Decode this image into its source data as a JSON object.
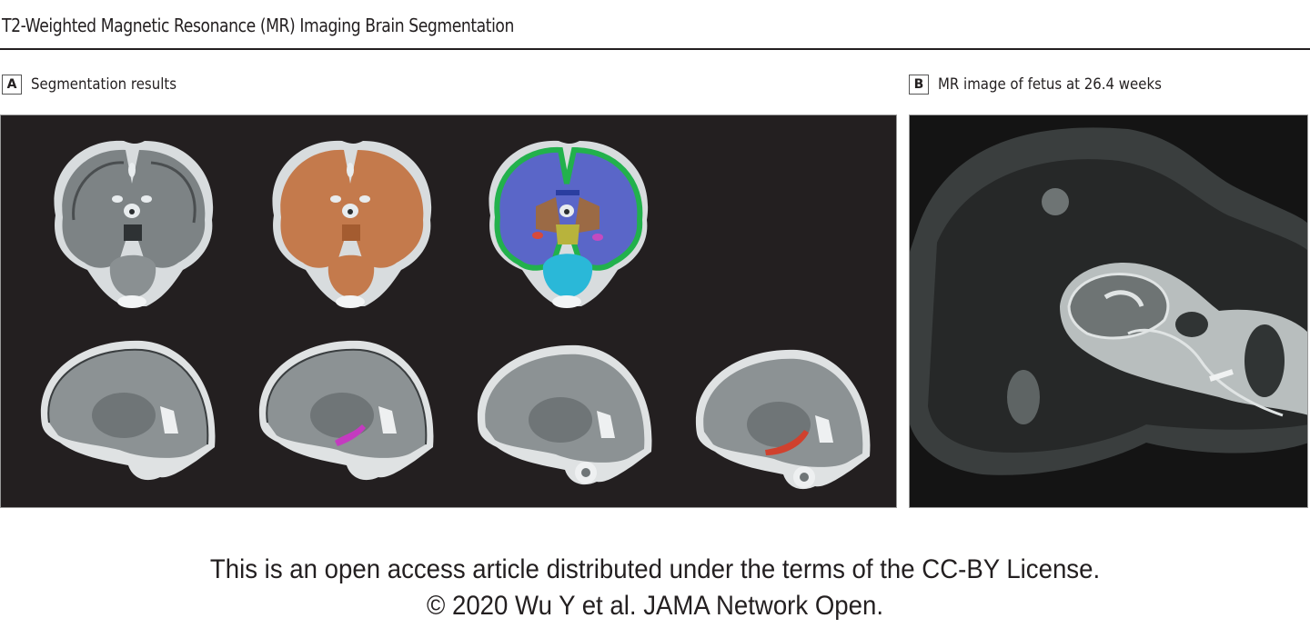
{
  "figure": {
    "title": "T2-Weighted Magnetic Resonance (MR) Imaging Brain Segmentation",
    "panels": [
      {
        "letter": "A",
        "label": "Segmentation results",
        "images": [
          {
            "view": "coronal",
            "overlay": "none"
          },
          {
            "view": "coronal",
            "overlay": "whole-brain mask",
            "overlay_color": "#c8794a"
          },
          {
            "view": "coronal",
            "overlay": "multi-region segmentation",
            "overlay_colors": [
              "#22b14c",
              "#5a66c8",
              "#9b6a45",
              "#b8b33c",
              "#2ab8d8",
              "#d64a3a",
              "#c44ac0"
            ]
          },
          {
            "view": "sagittal",
            "overlay": "none"
          },
          {
            "view": "sagittal",
            "overlay": "region",
            "overlay_color": "#c43bc0"
          },
          {
            "view": "sagittal",
            "overlay": "none"
          },
          {
            "view": "sagittal",
            "overlay": "region",
            "overlay_color": "#d0412e"
          }
        ]
      },
      {
        "letter": "B",
        "label": "MR image of fetus at 26.4 weeks",
        "images": [
          {
            "view": "sagittal in-utero",
            "overlay": "none"
          }
        ]
      }
    ]
  },
  "caption": {
    "line1": "This is an open access article distributed under the terms of the CC-BY License.",
    "line2": "© 2020 Wu Y et al. JAMA Network Open."
  },
  "colors": {
    "background": "#ffffff",
    "panel_bg": "#231f20",
    "text": "#231f20"
  }
}
